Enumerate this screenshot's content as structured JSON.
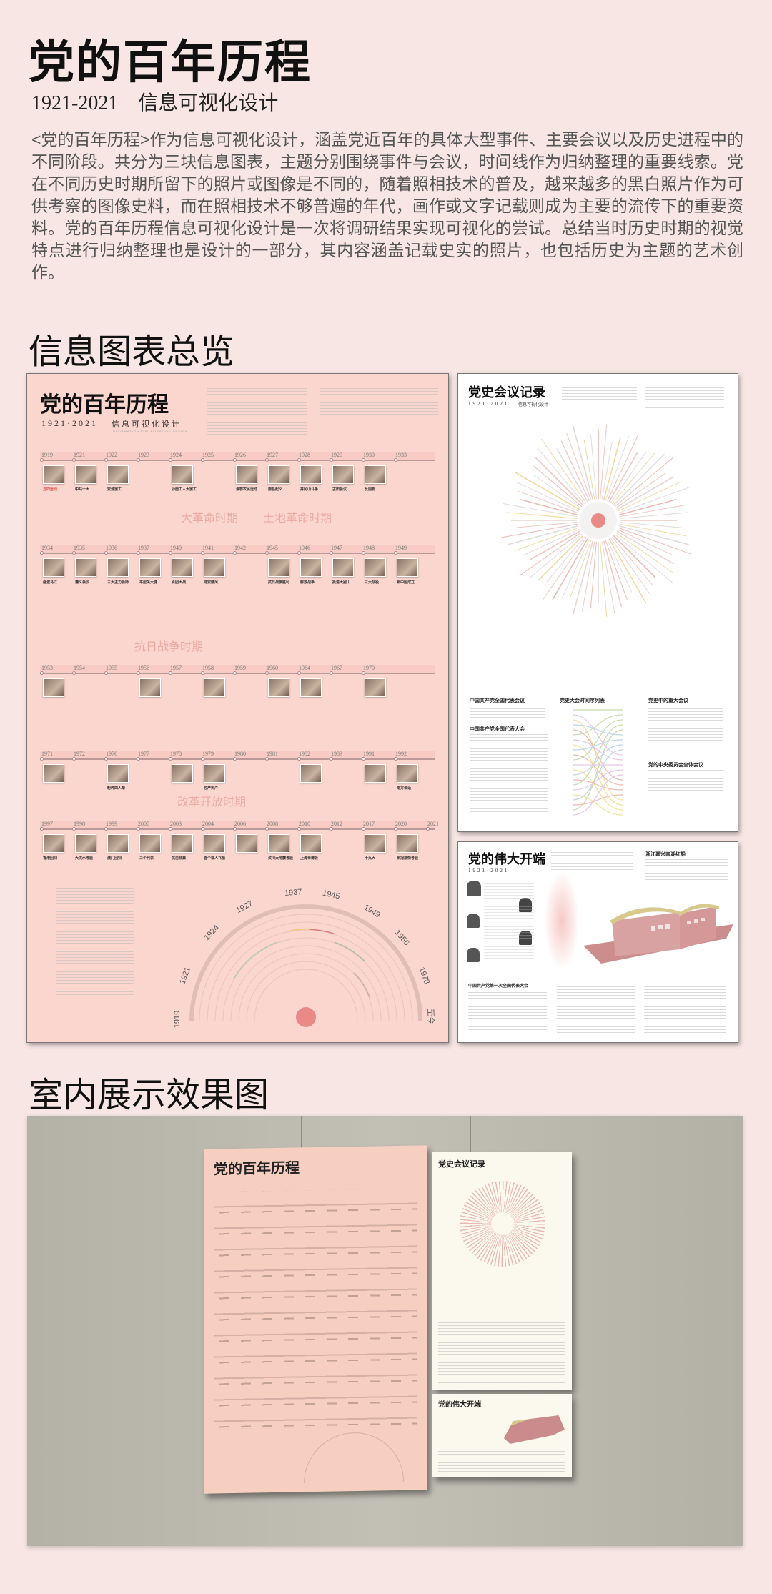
{
  "header": {
    "title": "党的百年历程",
    "years": "1921-2021",
    "subtitle": "信息可视化设计",
    "intro": "<党的百年历程>作为信息可视化设计，涵盖党近百年的具体大型事件、主要会议以及历史进程中的不同阶段。共分为三块信息图表，主题分别围绕事件与会议，时间线作为归纳整理的重要线索。党在不同历史时期所留下的照片或图像是不同的，随着照相技术的普及，越来越多的黑白照片作为可供考察的图像史料，而在照相技术不够普遍的年代，画作或文字记载则成为主要的流传下的重要资料。党的百年历程信息可视化设计是一次将调研结果实现可视化的尝试。总结当时历史时期的视觉特点进行归纳整理也是设计的一部分，其内容涵盖记载史实的照片，也包括历史为主题的艺术创作。"
  },
  "overview": {
    "heading": "信息图表总览",
    "poster1": {
      "title": "党的百年历程",
      "years": "1921·2021",
      "subtitle": "信息可视化设计",
      "subtitle_en": "INFORMATION VISUALIZATION DESIGN",
      "rows": [
        {
          "years": [
            "1919",
            "1921",
            "1922",
            "1923",
            "1924",
            "1925",
            "1926",
            "1927",
            "1928",
            "1929",
            "1930",
            "1933"
          ],
          "events": [
            {
              "y": 0,
              "label": "五四运动"
            },
            {
              "y": 1,
              "label": "中共一大"
            },
            {
              "y": 2,
              "label": "安源罢工"
            },
            {
              "y": 4,
              "label": "沙面工人大罢工"
            },
            {
              "y": 6,
              "label": "湘鄂农民运动"
            },
            {
              "y": 7,
              "label": "南昌起义"
            },
            {
              "y": 8,
              "label": "井冈山斗争"
            },
            {
              "y": 9,
              "label": "古田会议"
            },
            {
              "y": 10,
              "label": "反围剿"
            }
          ]
        },
        {
          "years": [
            "1934",
            "1935",
            "1936",
            "1937",
            "1940",
            "1941",
            "1942",
            "1945",
            "1946",
            "1947",
            "1948",
            "1949"
          ],
          "events": [
            {
              "y": 0,
              "label": "强渡乌江"
            },
            {
              "y": 1,
              "label": "遵义会议"
            },
            {
              "y": 2,
              "label": "三大主力会师"
            },
            {
              "y": 3,
              "label": "平型关大捷"
            },
            {
              "y": 4,
              "label": "百团大战"
            },
            {
              "y": 5,
              "label": "延安整风"
            },
            {
              "y": 7,
              "label": "抗日战争胜利"
            },
            {
              "y": 8,
              "label": "解放战争"
            },
            {
              "y": 9,
              "label": "挺进大别山"
            },
            {
              "y": 10,
              "label": "三大战役"
            },
            {
              "y": 11,
              "label": "新中国成立"
            }
          ]
        },
        {
          "years": [
            "1953",
            "1954",
            "1955",
            "1956",
            "1957",
            "1958",
            "1959",
            "1960",
            "1964",
            "1967",
            "1970"
          ],
          "events": [
            {
              "y": 0,
              "label": ""
            },
            {
              "y": 3,
              "label": ""
            },
            {
              "y": 5,
              "label": ""
            },
            {
              "y": 7,
              "label": ""
            },
            {
              "y": 8,
              "label": ""
            },
            {
              "y": 10,
              "label": ""
            }
          ]
        },
        {
          "years": [
            "1971",
            "1972",
            "1976",
            "1977",
            "1978",
            "1979",
            "1980",
            "1981",
            "1982",
            "1983",
            "1991",
            "1992"
          ],
          "events": [
            {
              "y": 0,
              "label": ""
            },
            {
              "y": 2,
              "label": "粉碎四人帮"
            },
            {
              "y": 4,
              "label": ""
            },
            {
              "y": 5,
              "label": "包产到户"
            },
            {
              "y": 8,
              "label": ""
            },
            {
              "y": 10,
              "label": ""
            },
            {
              "y": 11,
              "label": "南方谈话"
            }
          ]
        },
        {
          "years": [
            "1997",
            "1998",
            "1999",
            "2000",
            "2003",
            "2004",
            "2006",
            "2008",
            "2010",
            "2012",
            "2017",
            "2020",
            "2021"
          ],
          "events": [
            {
              "y": 0,
              "label": "香港回归"
            },
            {
              "y": 1,
              "label": "大洪水考验"
            },
            {
              "y": 2,
              "label": "澳门回归"
            },
            {
              "y": 3,
              "label": "三个代表"
            },
            {
              "y": 4,
              "label": "抗击非典"
            },
            {
              "y": 5,
              "label": "首个载人飞船"
            },
            {
              "y": 6,
              "label": ""
            },
            {
              "y": 7,
              "label": "汶川大地震考验"
            },
            {
              "y": 8,
              "label": "上海世博会"
            },
            {
              "y": 10,
              "label": "十九大"
            },
            {
              "y": 11,
              "label": "新冠疫情考验"
            }
          ]
        }
      ],
      "periods": [
        "大革命时期",
        "土地革命时期",
        "抗日战争时期",
        "改革开放时期"
      ],
      "arc_years": [
        "1919",
        "1921",
        "1924",
        "1927",
        "1937",
        "1945",
        "1949",
        "1956",
        "1978",
        "至今"
      ]
    },
    "poster2": {
      "title": "党史会议记录",
      "years": "1921·2021",
      "subtitle": "信息可视化设计",
      "sections": [
        "中国共产党全国代表会议",
        "中国共产党全国代表大会",
        "党史大会时间序列表",
        "党史中的重大会议",
        "党的中央委员会全体会议"
      ]
    },
    "poster3": {
      "title": "党的伟大开端",
      "years": "1921·2021",
      "sections": [
        "浙江嘉兴南湖红船",
        "中国共产党第一次全国代表大会"
      ]
    }
  },
  "exhibition": {
    "heading": "室内展示效果图"
  },
  "colors": {
    "background": "#f8e6e4",
    "poster_pink": "#fbd6cf",
    "accent_red": "#d9534f",
    "wall": "#b8b6aa"
  }
}
